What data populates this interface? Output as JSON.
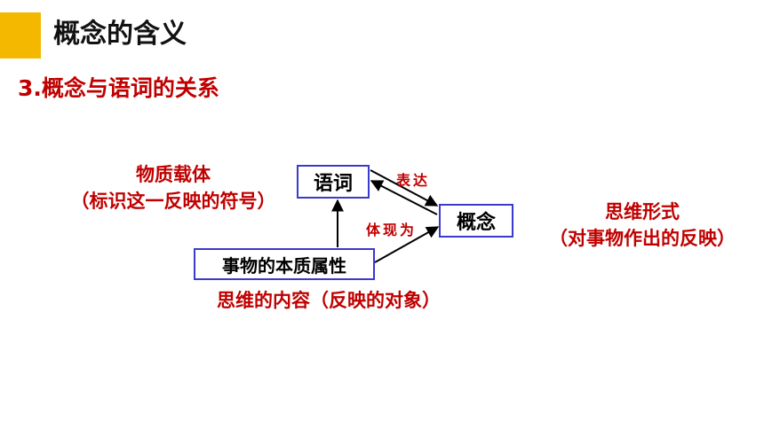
{
  "header": {
    "title": "概念的含义"
  },
  "subtitle": "3.概念与语词的关系",
  "nodes": {
    "word": "语词",
    "concept": "概念",
    "attributes": "事物的本质属性"
  },
  "edges": {
    "express": "表达",
    "embody": "体现为"
  },
  "notes": {
    "left": [
      "物质载体",
      "（标识这一反映的符号）"
    ],
    "right": [
      "思维形式",
      "（对事物作出的反映）"
    ],
    "bottom": "思维的内容（反映的对象）"
  },
  "colors": {
    "accent": "#f5b800",
    "note_text": "#c00000",
    "box_border": "#3a3acc"
  }
}
